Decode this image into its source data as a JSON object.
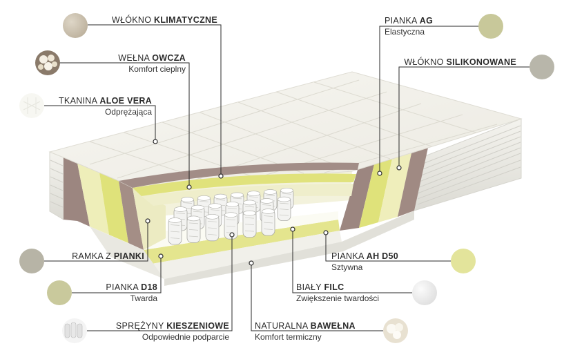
{
  "labels": [
    {
      "id": "wlokno-klimatyczne",
      "pre": "WŁÓKNO",
      "bold": "KLIMATYCZNE",
      "sub": ""
    },
    {
      "id": "welna-owcza",
      "pre": "WEŁNA",
      "bold": "OWCZA",
      "sub": "Komfort cieplny"
    },
    {
      "id": "tkanina-aloe-vera",
      "pre": "TKANINA",
      "bold": "ALOE VERA",
      "sub": "Odprężająca"
    },
    {
      "id": "ramka-z-pianki",
      "pre": "RAMKA Z",
      "bold": "PIANKI",
      "sub": ""
    },
    {
      "id": "pianka-d18",
      "pre": "PIANKA",
      "bold": "D18",
      "sub": "Twarda"
    },
    {
      "id": "sprezyny-kieszeniowe",
      "pre": "SPRĘŻYNY",
      "bold": "KIESZENIOWE",
      "sub": "Odpowiednie podparcie"
    },
    {
      "id": "naturalna-bawelna",
      "pre": "NATURALNA",
      "bold": "BAWEŁNA",
      "sub": "Komfort termiczny"
    },
    {
      "id": "bialy-filc",
      "pre": "BIAŁY",
      "bold": "FILC",
      "sub": "Zwiększenie twardości"
    },
    {
      "id": "pianka-ah-d50",
      "pre": "PIANKA",
      "bold": "AH D50",
      "sub": "Sztywna"
    },
    {
      "id": "pianka-ag",
      "pre": "PIANKA",
      "bold": "AG",
      "sub": "Elastyczna"
    },
    {
      "id": "wlokno-silikonowane",
      "pre": "WŁÓKNO",
      "bold": "SILIKONOWANE",
      "sub": ""
    }
  ],
  "colors": {
    "line": "#2a2a2a",
    "cover": "#f3f2ec",
    "cover_side": "#e4e3dd",
    "brown_layer": "#9c8680",
    "yellow_layer": "#e9ea9c",
    "lime_layer": "#dadf78",
    "cream_foam": "#efeecb",
    "spring": "#f2f2f2",
    "swatch_sand": "#d2c9b8",
    "swatch_grey": "#b6b3a5",
    "swatch_olive": "#c9c99a",
    "swatch_lime": "#e2e39a",
    "swatch_white": "#ececec"
  }
}
